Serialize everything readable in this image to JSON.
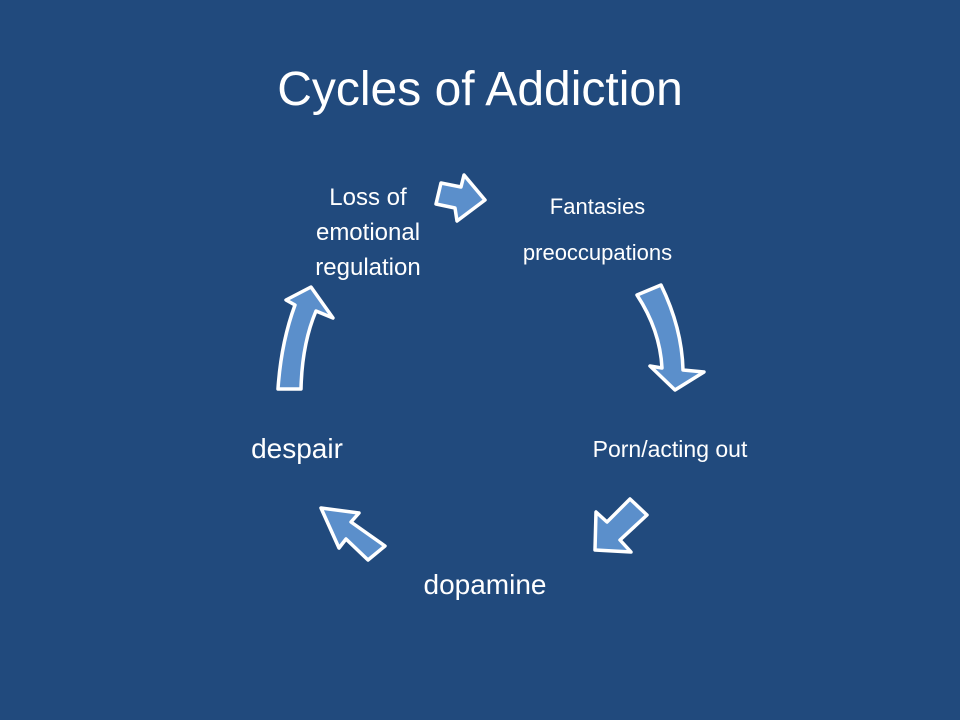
{
  "slide": {
    "title": "Cycles of Addiction",
    "background_color": "#214A7D",
    "arrow_color": "#5B8FCB"
  },
  "cycle": {
    "nodes": [
      {
        "id": "loss",
        "lines": [
          "Loss of",
          "emotional",
          "regulation"
        ]
      },
      {
        "id": "fantasies",
        "lines": [
          "Fantasies",
          "preoccupations"
        ]
      },
      {
        "id": "porn",
        "lines": [
          "Porn/acting out"
        ]
      },
      {
        "id": "dopamine",
        "lines": [
          "dopamine"
        ]
      },
      {
        "id": "despair",
        "lines": [
          "despair"
        ]
      }
    ]
  }
}
